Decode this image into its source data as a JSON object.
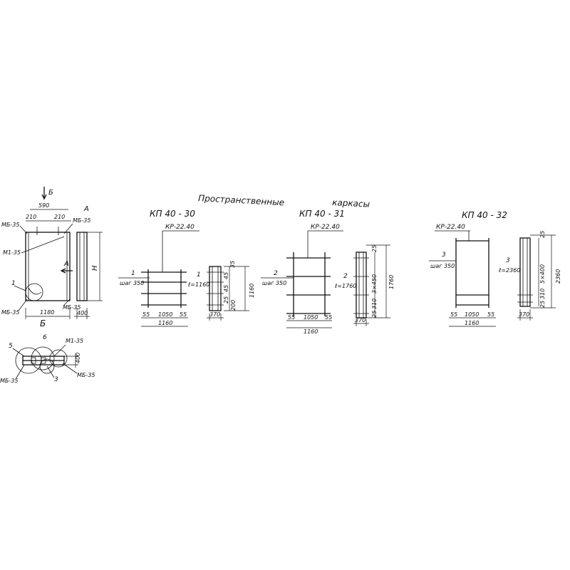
{
  "sheet_title": {
    "part1": "Пространственные",
    "part2": "каркасы"
  },
  "left_panel": {
    "section_marker": "Б",
    "view_label": "А",
    "arrow_label": "А",
    "dim_590": "590",
    "dim_210_left": "210",
    "dim_210_right": "210",
    "mark_mb35_top_left": "МБ-35",
    "mark_mb35_top_right": "МБ-35",
    "mark_m135": "М1-35",
    "mark_1": "1",
    "mark_mb35_bottom_left": "МБ-35",
    "mark_mb35_bottom_right": "МБ-35",
    "dim_1180": "1180",
    "dim_400": "400",
    "dim_h": "Н"
  },
  "detail_b": {
    "title": "Б",
    "mark_6": "6",
    "mark_5": "5",
    "mark_m135": "М1-35",
    "mark_mb35_right": "МБ-35",
    "mark_mb35_left": "МБ-35",
    "mark_3": "3",
    "dim_400": "400"
  },
  "frames": [
    {
      "title": "КП 40 - 30",
      "kr": "КР-22.40",
      "pos": "1",
      "step": "шаг 350",
      "dims": {
        "d55a": "55",
        "d1050": "1050",
        "d55b": "55",
        "d1160": "1160"
      },
      "side": {
        "pos": "1",
        "len": "ℓ=1160",
        "width": "370",
        "v": [
          "35",
          "45",
          "45",
          "25",
          "200"
        ],
        "total": "1160"
      }
    },
    {
      "title": "КП 40 - 31",
      "kr": "КР-22.40",
      "pos": "2",
      "step": "шаг 350",
      "dims": {
        "d55a": "55",
        "d1050": "1050",
        "d55b": "55",
        "d1160": "1160"
      },
      "side": {
        "pos": "2",
        "len": "ℓ=1760",
        "width": "370",
        "v": [
          "25",
          "3×450",
          "310",
          "25"
        ],
        "total": "1760"
      }
    },
    {
      "title": "КП 40 - 32",
      "kr": "КР-22.40",
      "pos": "3",
      "step": "шаг 350",
      "dims": {
        "d55a": "55",
        "d1050": "1050",
        "d55b": "55",
        "d1160": "1160"
      },
      "side": {
        "pos": "3",
        "len": "ℓ=2360",
        "width": "370",
        "v": [
          "25",
          "5×400",
          "310",
          "25"
        ],
        "total": "2360"
      }
    }
  ]
}
